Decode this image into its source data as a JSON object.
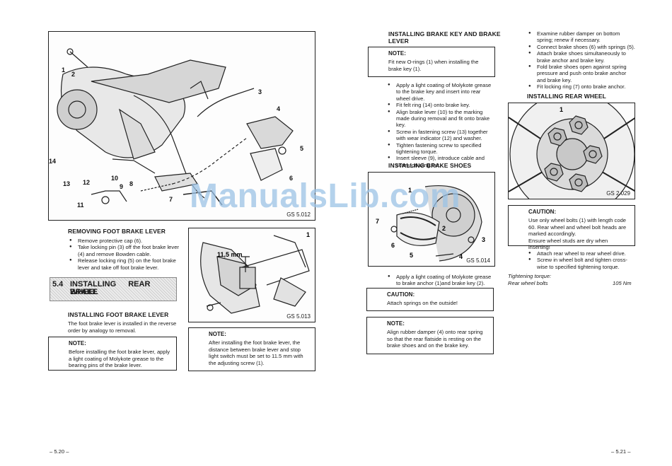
{
  "left_page": {
    "figure_main": {
      "caption": "GS 5.012",
      "callouts": [
        "1",
        "2",
        "3",
        "4",
        "5",
        "6",
        "7",
        "8",
        "9",
        "10",
        "11",
        "12",
        "13",
        "14"
      ]
    },
    "removing": {
      "heading": "REMOVING FOOT BRAKE LEVER",
      "bullets": [
        "Remove protective cap (6).",
        "Take locking pin (3) off the foot brake lever (4) and remove Bowden cable.",
        "Release locking ring (5) on the foot brake lever and take off foot brake lever."
      ]
    },
    "section": {
      "number": "5.4",
      "title_line1": "INSTALLING REAR WHEEL",
      "title_line2": "BRAKE"
    },
    "installing_lever": {
      "heading": "INSTALLING FOOT BRAKE LEVER",
      "text": "The foot brake lever is installed in the reverse order by analogy to removal."
    },
    "note1": {
      "heading": "NOTE:",
      "text": "Before installing the foot brake lever, apply a light coating of Molykote grease to the bearing pins of the brake lever."
    },
    "figure_small": {
      "caption": "GS 5.013",
      "dimension": "11,5 mm",
      "callout": "1"
    },
    "note2": {
      "heading": "NOTE:",
      "text": "After installing the foot brake lever, the distance between brake lever and stop light switch must be set to 11.5 mm with the adjusting screw (1)."
    },
    "page_number": "– 5.20 –"
  },
  "right_page": {
    "brake_key": {
      "heading_line1": "INSTALLING BRAKE KEY AND BRAKE",
      "heading_line2": "LEVER",
      "note": {
        "heading": "NOTE:",
        "text": "Fit new O-rings (1) when installing the brake key (1)."
      },
      "bullets": [
        "Apply a light coating of Molykote grease to the brake key and insert into rear wheel drive.",
        "Fit felt ring (14) onto brake key.",
        "Align brake lever (10) to the marking made during removal and fit onto brake key.",
        "Screw in fastening screw (13) together with wear indicator (12) and washer.",
        "Tighten fastening screw to specified tightening torque.",
        "Insert sleeve (9), introduce cable and screw on wing nut."
      ]
    },
    "brake_shoes": {
      "heading": "INSTALLING BRAKE SHOES",
      "figure_caption": "GS 5.014",
      "callouts": [
        "1",
        "2",
        "3",
        "4",
        "5",
        "6",
        "7"
      ],
      "bullet": "Apply a light coating of Molykote grease to brake anchor (1)and brake key (2).",
      "caution": {
        "heading": "CAUTION:",
        "text": "Attach springs on the outside!"
      },
      "note": {
        "heading": "NOTE:",
        "text": "Align rubber damper (4) onto rear spring so that the rear flatside is resting on the brake shoes and on the brake key."
      }
    },
    "shoe_bullets": [
      "Examine rubber damper on bottom spring; renew if necessary.",
      "Connect brake shoes (6) with springs (5).",
      "Attach brake shoes simultaneously to brake anchor and brake key.",
      "Fold brake shoes open against spring pressure and push onto brake anchor and brake key.",
      "Fit locking ring (7) onto brake anchor."
    ],
    "rear_wheel": {
      "heading": "INSTALLING REAR WHEEL",
      "figure_caption": "GS 2.029",
      "figure_callout": "1",
      "caution": {
        "heading": "CAUTION:",
        "text": "Use only wheel bolts (1) with length code 60. Rear wheel and wheel bolt heads are marked accordingly.",
        "text2": "Ensure wheel studs are dry when inserting!"
      },
      "bullets": [
        "Attach rear wheel to rear wheel drive.",
        "Screw in wheel bolt and tighten cross-wise to specified tightening torque."
      ],
      "torque_label": "Tightening torque:",
      "torque_item": "Rear wheel bolts",
      "torque_value": "105 Nm"
    },
    "page_number": "– 5.21 –"
  },
  "watermark": "ManualsLib.com"
}
